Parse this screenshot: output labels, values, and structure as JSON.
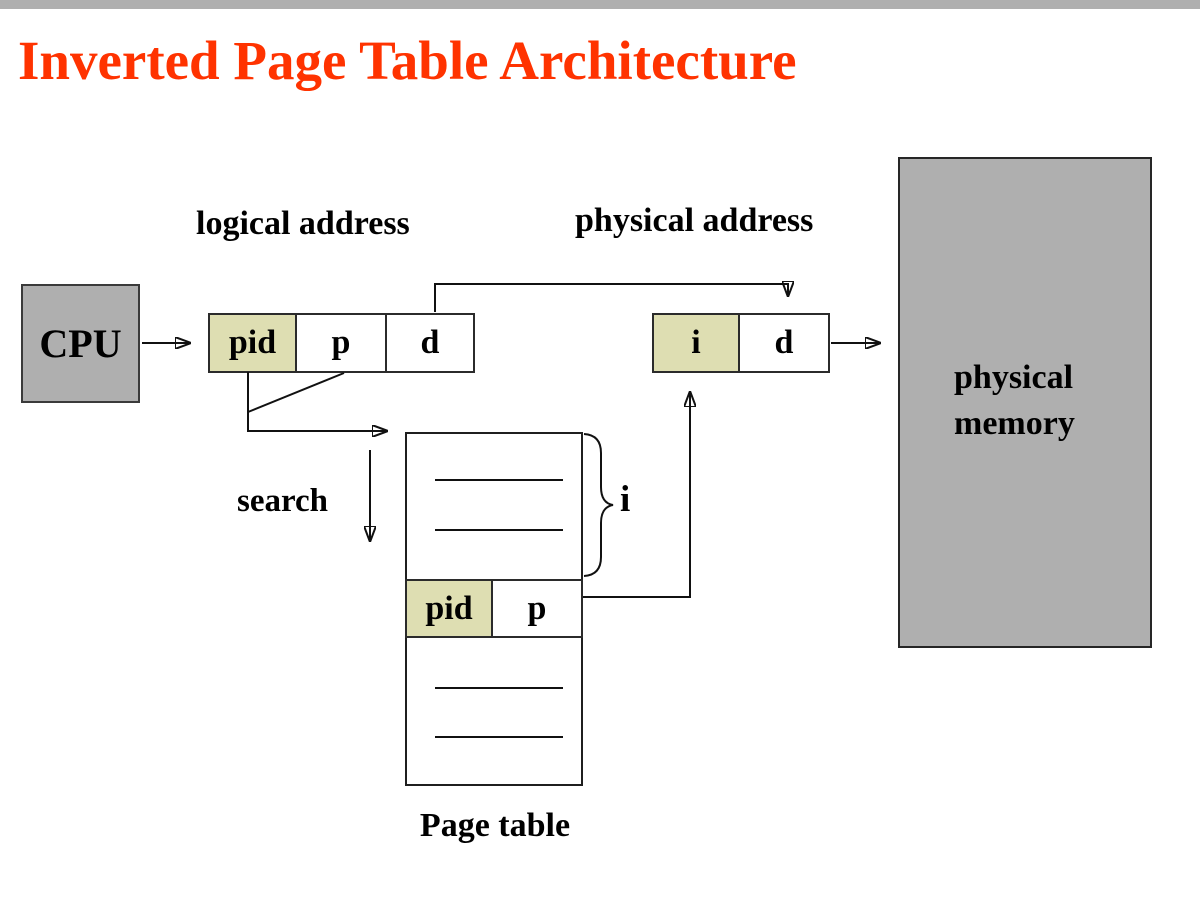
{
  "title": {
    "text": "Inverted Page Table Architecture"
  },
  "colors": {
    "accent_red": "#FF3300",
    "highlight": "#DEDEB2",
    "box_gray": "#AFAFAF",
    "line": "#111111"
  },
  "labels": {
    "logical_address": "logical address",
    "physical_address": "physical address",
    "search": "search",
    "brace_index": "i",
    "page_table_caption": "Page table"
  },
  "cpu": {
    "label": "CPU"
  },
  "logical_register": {
    "fields": [
      {
        "label": "pid",
        "highlight": true
      },
      {
        "label": "p",
        "highlight": false
      },
      {
        "label": "d",
        "highlight": false
      }
    ]
  },
  "physical_register": {
    "fields": [
      {
        "label": "i",
        "highlight": true
      },
      {
        "label": "d",
        "highlight": false
      }
    ]
  },
  "page_table": {
    "row_fields": [
      {
        "label": "pid",
        "highlight": true
      },
      {
        "label": "p",
        "highlight": false
      }
    ]
  },
  "physical_memory": {
    "lines": [
      "physical",
      "memory"
    ]
  }
}
